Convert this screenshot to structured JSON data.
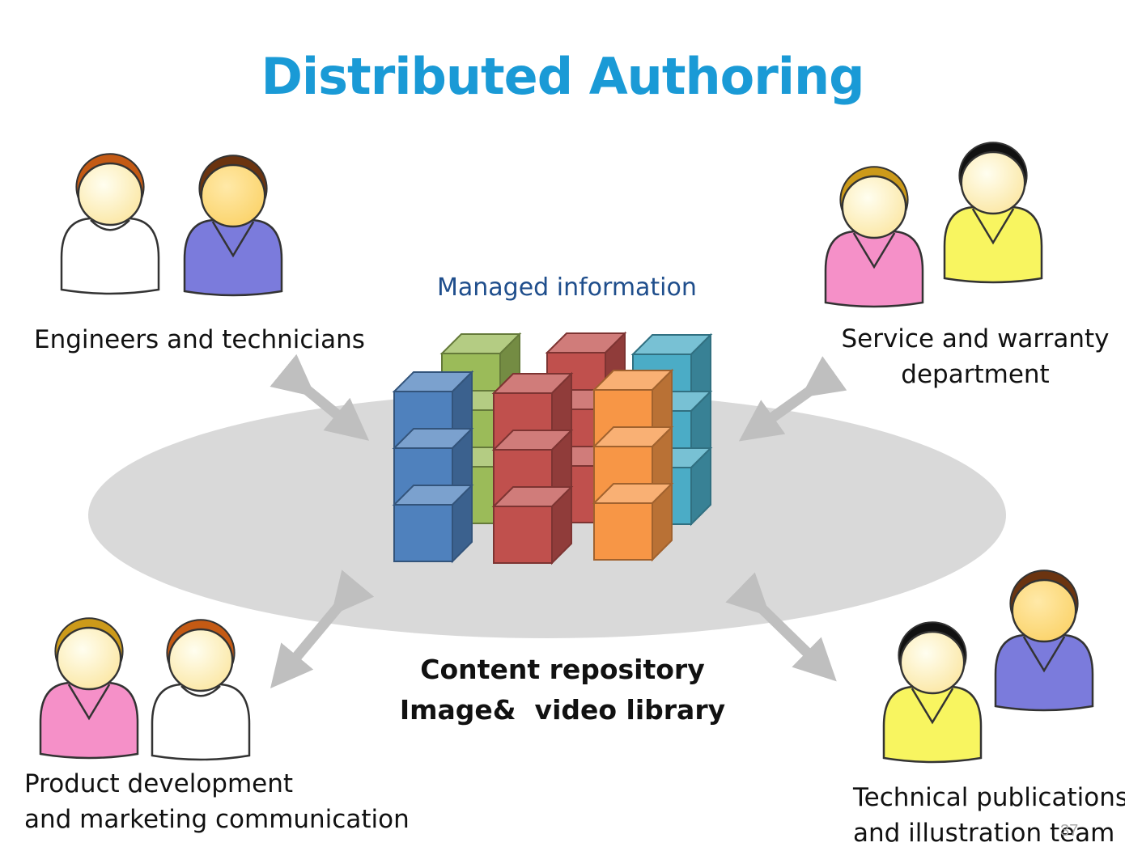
{
  "title": "Distributed Authoring",
  "managed_label": "Managed information",
  "repository": {
    "line1": "Content repository",
    "line2": "Image&  video library"
  },
  "groups": [
    {
      "id": "engineers",
      "lines": [
        "Engineers and technicians"
      ]
    },
    {
      "id": "service",
      "lines": [
        "Service and warranty",
        "department"
      ]
    },
    {
      "id": "product",
      "lines": [
        "Product development",
        "and marketing communication"
      ]
    },
    {
      "id": "techpubs",
      "lines": [
        "Technical publications",
        "and illustration team"
      ]
    }
  ],
  "page_number": "37",
  "colors": {
    "title": "#1a9ad6",
    "managed_label": "#1f4e8c",
    "ellipse": "#d9d9d9",
    "arrow": "#bfbfbf",
    "block_blue": "#4f81bd",
    "block_green": "#9bbb59",
    "block_red": "#c0504d",
    "block_cyan": "#4bacc6",
    "block_orange": "#f79646"
  },
  "icons": [
    "person-icon",
    "double-arrow-icon",
    "block-stack-icon"
  ]
}
